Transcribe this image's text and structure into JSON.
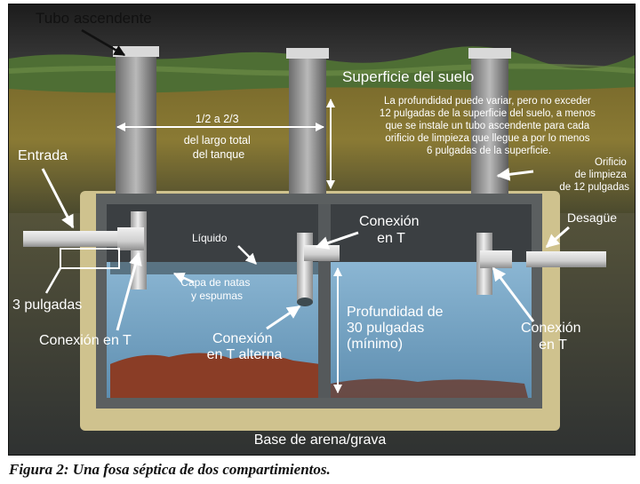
{
  "labels": {
    "riser": "Tubo ascendente",
    "ground_surface": "Superficie del suelo",
    "depth_note": [
      "La profundidad puede variar, pero no exceder",
      "12 pulgadas de la superficie del suelo, a menos",
      "que se instale un tubo ascendente para cada",
      "orificio de limpieza que llegue a por lo menos",
      "6 pulgadas de la superficie."
    ],
    "tank_fraction": [
      "1/2 a 2/3",
      "del largo total",
      "del tanque"
    ],
    "inlet": "Entrada",
    "cleanout": [
      "Orificio",
      "de limpieza",
      "de 12 pulgadas"
    ],
    "outlet": "Desagüe",
    "liquid": "Líquido",
    "tee_middle": [
      "Conexión",
      "en T"
    ],
    "three_inches": "3 pulgadas",
    "scum": [
      "Capa de natas",
      "y espumas"
    ],
    "tee_inlet": "Conexión en T",
    "tee_alternate": [
      "Conexión",
      "en T alterna"
    ],
    "depth_min": [
      "Profundidad de",
      "30 pulgadas",
      "(mínimo)"
    ],
    "tee_outlet": [
      "Conexión",
      "en T"
    ],
    "base": "Base de arena/grava"
  },
  "caption": "Figura 2: Una fosa séptica de dos compartimientos.",
  "colors": {
    "sky": "#222222",
    "grass": "#4e6e34",
    "soil": "#6e6128",
    "soil_deep": "#55502a",
    "sand": "#cfc28e",
    "tank_wall": "#5b5f60",
    "tank_inner": "#3b3f42",
    "liquid": "#7aa7c6",
    "sludge": "#8a3d26",
    "pipe": "#cfcfcf",
    "text": "#ffffff"
  }
}
